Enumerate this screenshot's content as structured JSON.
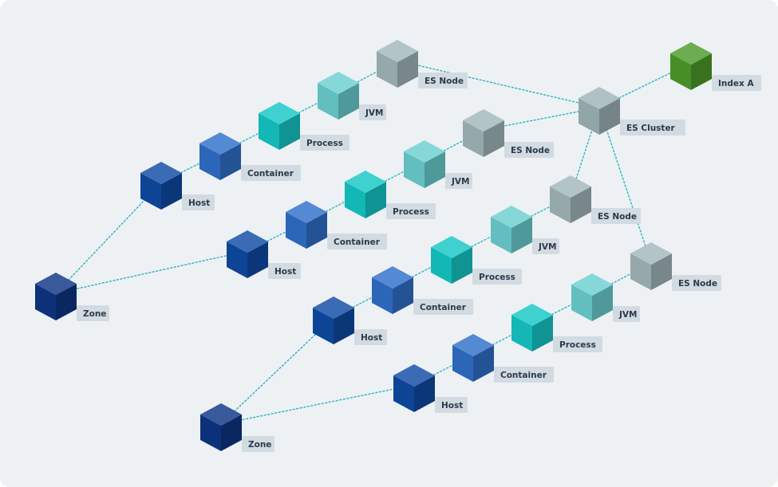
{
  "colors": {
    "zone": "#0d3585",
    "host": "#0f4aa3",
    "container": "#2f6fc9",
    "process": "#14c7c6",
    "jvm": "#6bcfd0",
    "es_node": "#a2b7b9",
    "es_cluster": "#9fb3b6",
    "index": "#4d9a2a",
    "edge": "#2bb3c4",
    "label_bg": "#d3dbe2",
    "canvas_bg": "#edf1f4"
  },
  "nodes": [
    {
      "id": "zone1",
      "type": "zone",
      "label": "Zone"
    },
    {
      "id": "zone2",
      "type": "zone",
      "label": "Zone"
    },
    {
      "id": "host1",
      "type": "host",
      "label": "Host"
    },
    {
      "id": "container1",
      "type": "container",
      "label": "Container"
    },
    {
      "id": "process1",
      "type": "process",
      "label": "Process"
    },
    {
      "id": "jvm1",
      "type": "jvm",
      "label": "JVM"
    },
    {
      "id": "esnode1",
      "type": "es_node",
      "label": "ES Node"
    },
    {
      "id": "host2",
      "type": "host",
      "label": "Host"
    },
    {
      "id": "container2",
      "type": "container",
      "label": "Container"
    },
    {
      "id": "process2",
      "type": "process",
      "label": "Process"
    },
    {
      "id": "jvm2",
      "type": "jvm",
      "label": "JVM"
    },
    {
      "id": "esnode2",
      "type": "es_node",
      "label": "ES Node"
    },
    {
      "id": "host3",
      "type": "host",
      "label": "Host"
    },
    {
      "id": "container3",
      "type": "container",
      "label": "Container"
    },
    {
      "id": "process3",
      "type": "process",
      "label": "Process"
    },
    {
      "id": "jvm3",
      "type": "jvm",
      "label": "JVM"
    },
    {
      "id": "esnode3",
      "type": "es_node",
      "label": "ES Node"
    },
    {
      "id": "host4",
      "type": "host",
      "label": "Host"
    },
    {
      "id": "container4",
      "type": "container",
      "label": "Container"
    },
    {
      "id": "process4",
      "type": "process",
      "label": "Process"
    },
    {
      "id": "jvm4",
      "type": "jvm",
      "label": "JVM"
    },
    {
      "id": "esnode4",
      "type": "es_node",
      "label": "ES Node"
    },
    {
      "id": "escluster",
      "type": "es_cluster",
      "label": "ES Cluster"
    },
    {
      "id": "indexa",
      "type": "index",
      "label": "Index A"
    }
  ],
  "edges": [
    [
      "zone1",
      "host1"
    ],
    [
      "zone1",
      "host2"
    ],
    [
      "zone2",
      "host3"
    ],
    [
      "zone2",
      "host4"
    ],
    [
      "host1",
      "container1"
    ],
    [
      "container1",
      "process1"
    ],
    [
      "process1",
      "jvm1"
    ],
    [
      "jvm1",
      "esnode1"
    ],
    [
      "host2",
      "container2"
    ],
    [
      "container2",
      "process2"
    ],
    [
      "process2",
      "jvm2"
    ],
    [
      "jvm2",
      "esnode2"
    ],
    [
      "host3",
      "container3"
    ],
    [
      "container3",
      "process3"
    ],
    [
      "process3",
      "jvm3"
    ],
    [
      "jvm3",
      "esnode3"
    ],
    [
      "host4",
      "container4"
    ],
    [
      "container4",
      "process4"
    ],
    [
      "process4",
      "jvm4"
    ],
    [
      "jvm4",
      "esnode4"
    ],
    [
      "esnode1",
      "escluster"
    ],
    [
      "esnode2",
      "escluster"
    ],
    [
      "esnode3",
      "escluster"
    ],
    [
      "esnode4",
      "escluster"
    ],
    [
      "escluster",
      "indexa"
    ]
  ]
}
